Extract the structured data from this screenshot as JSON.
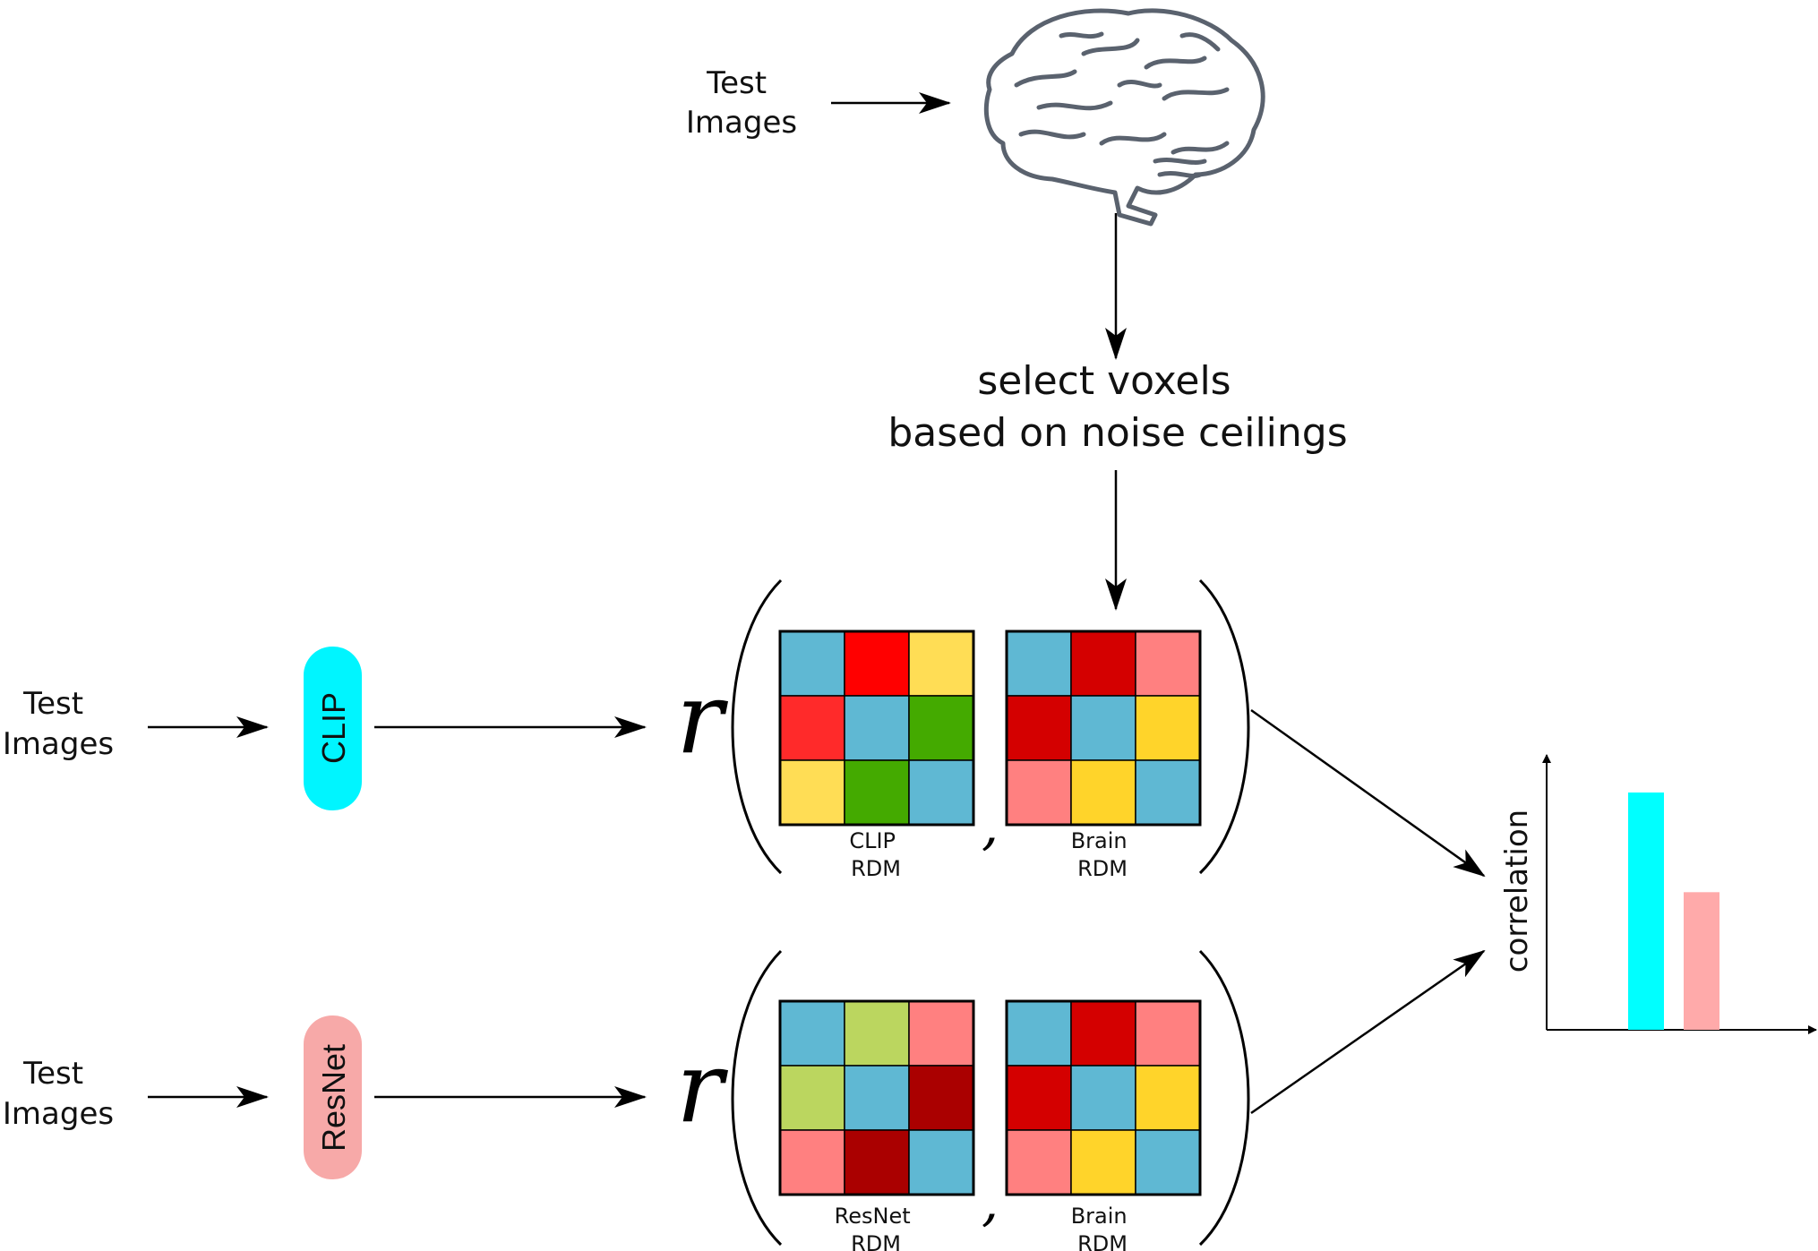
{
  "labels": {
    "test_images_top": [
      "Test",
      "Images"
    ],
    "test_images_clip": [
      "Test",
      "Images"
    ],
    "test_images_resnet": [
      "Test",
      "Images"
    ],
    "select_voxels": [
      "select voxels",
      "based on noise ceilings"
    ],
    "clip_model": "CLIP",
    "resnet_model": "ResNet",
    "r_symbol": "r",
    "comma": ",",
    "clip_rdm": [
      "CLIP",
      "RDM"
    ],
    "brain_rdm": [
      "Brain",
      "RDM"
    ],
    "resnet_rdm": [
      "ResNet",
      "RDM"
    ],
    "correlation_axis": "correlation"
  },
  "colors": {
    "clip_pill": "#00f5ff",
    "resnet_pill": "#f7a9a8",
    "blue": "#5fb8d3",
    "bar_clip": "#00ffff",
    "bar_resnet": "#ffaaaa"
  },
  "rdms": {
    "clip": [
      [
        "#5fb8d3",
        "#ff0000",
        "#ffdd55"
      ],
      [
        "#ff2a2a",
        "#5fb8d3",
        "#44aa00"
      ],
      [
        "#ffdd55",
        "#44aa00",
        "#5fb8d3"
      ]
    ],
    "brain": [
      [
        "#5fb8d3",
        "#d40000",
        "#ff8080"
      ],
      [
        "#d40000",
        "#5fb8d3",
        "#ffd42a"
      ],
      [
        "#ff8080",
        "#ffd42a",
        "#5fb8d3"
      ]
    ],
    "resnet": [
      [
        "#5fb8d3",
        "#bbd65f",
        "#ff8080"
      ],
      [
        "#bbd65f",
        "#5fb8d3",
        "#aa0000"
      ],
      [
        "#ff8080",
        "#aa0000",
        "#5fb8d3"
      ]
    ]
  },
  "chart_data": {
    "type": "bar",
    "ylabel": "correlation",
    "series": [
      {
        "name": "CLIP",
        "color": "#00ffff",
        "value": 1.0
      },
      {
        "name": "ResNet",
        "color": "#ffaaaa",
        "value": 0.58
      }
    ]
  }
}
